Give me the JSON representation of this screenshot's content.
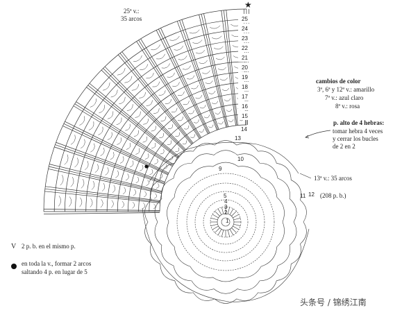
{
  "diagram": {
    "top_label_line1": "25ª v.:",
    "top_label_line2": "35 arcos",
    "star_symbol": "★",
    "row_numbers_upper": [
      "25",
      "24",
      "23",
      "22",
      "21",
      "20",
      "19",
      "18",
      "17",
      "16",
      "15"
    ],
    "row_numbers_inner": [
      "14",
      "13",
      "10",
      "9",
      "5",
      "4",
      "3",
      "2",
      "1"
    ],
    "row_numbers_side": [
      "11",
      "12"
    ],
    "color_change": {
      "title": "cambios de color",
      "line1": "3ª, 6ª y 12ª v.: amarillo",
      "line2": "7ª v.: azul claro",
      "line3": "8ª v.: rosa"
    },
    "stitch_note": {
      "title": "p. alto de 4 hebras:",
      "line1": "tomar hebra 4 veces",
      "line2": "y cerrar los bucles",
      "line3": "de 2 en 2"
    },
    "row13_label": "13ª v.: 35 arcos",
    "row12_count": "(208 p. b.)",
    "legend": {
      "v_symbol": "V",
      "v_text": "2 p. b. en el mismo p.",
      "dot_text_line1": "en toda la v., formar 2 arcos",
      "dot_text_line2": "saltando 4 p. en lugar de 5"
    },
    "watermark": "头条号 / 锦绣江南",
    "colors": {
      "ink": "#222222",
      "background": "#ffffff"
    }
  }
}
